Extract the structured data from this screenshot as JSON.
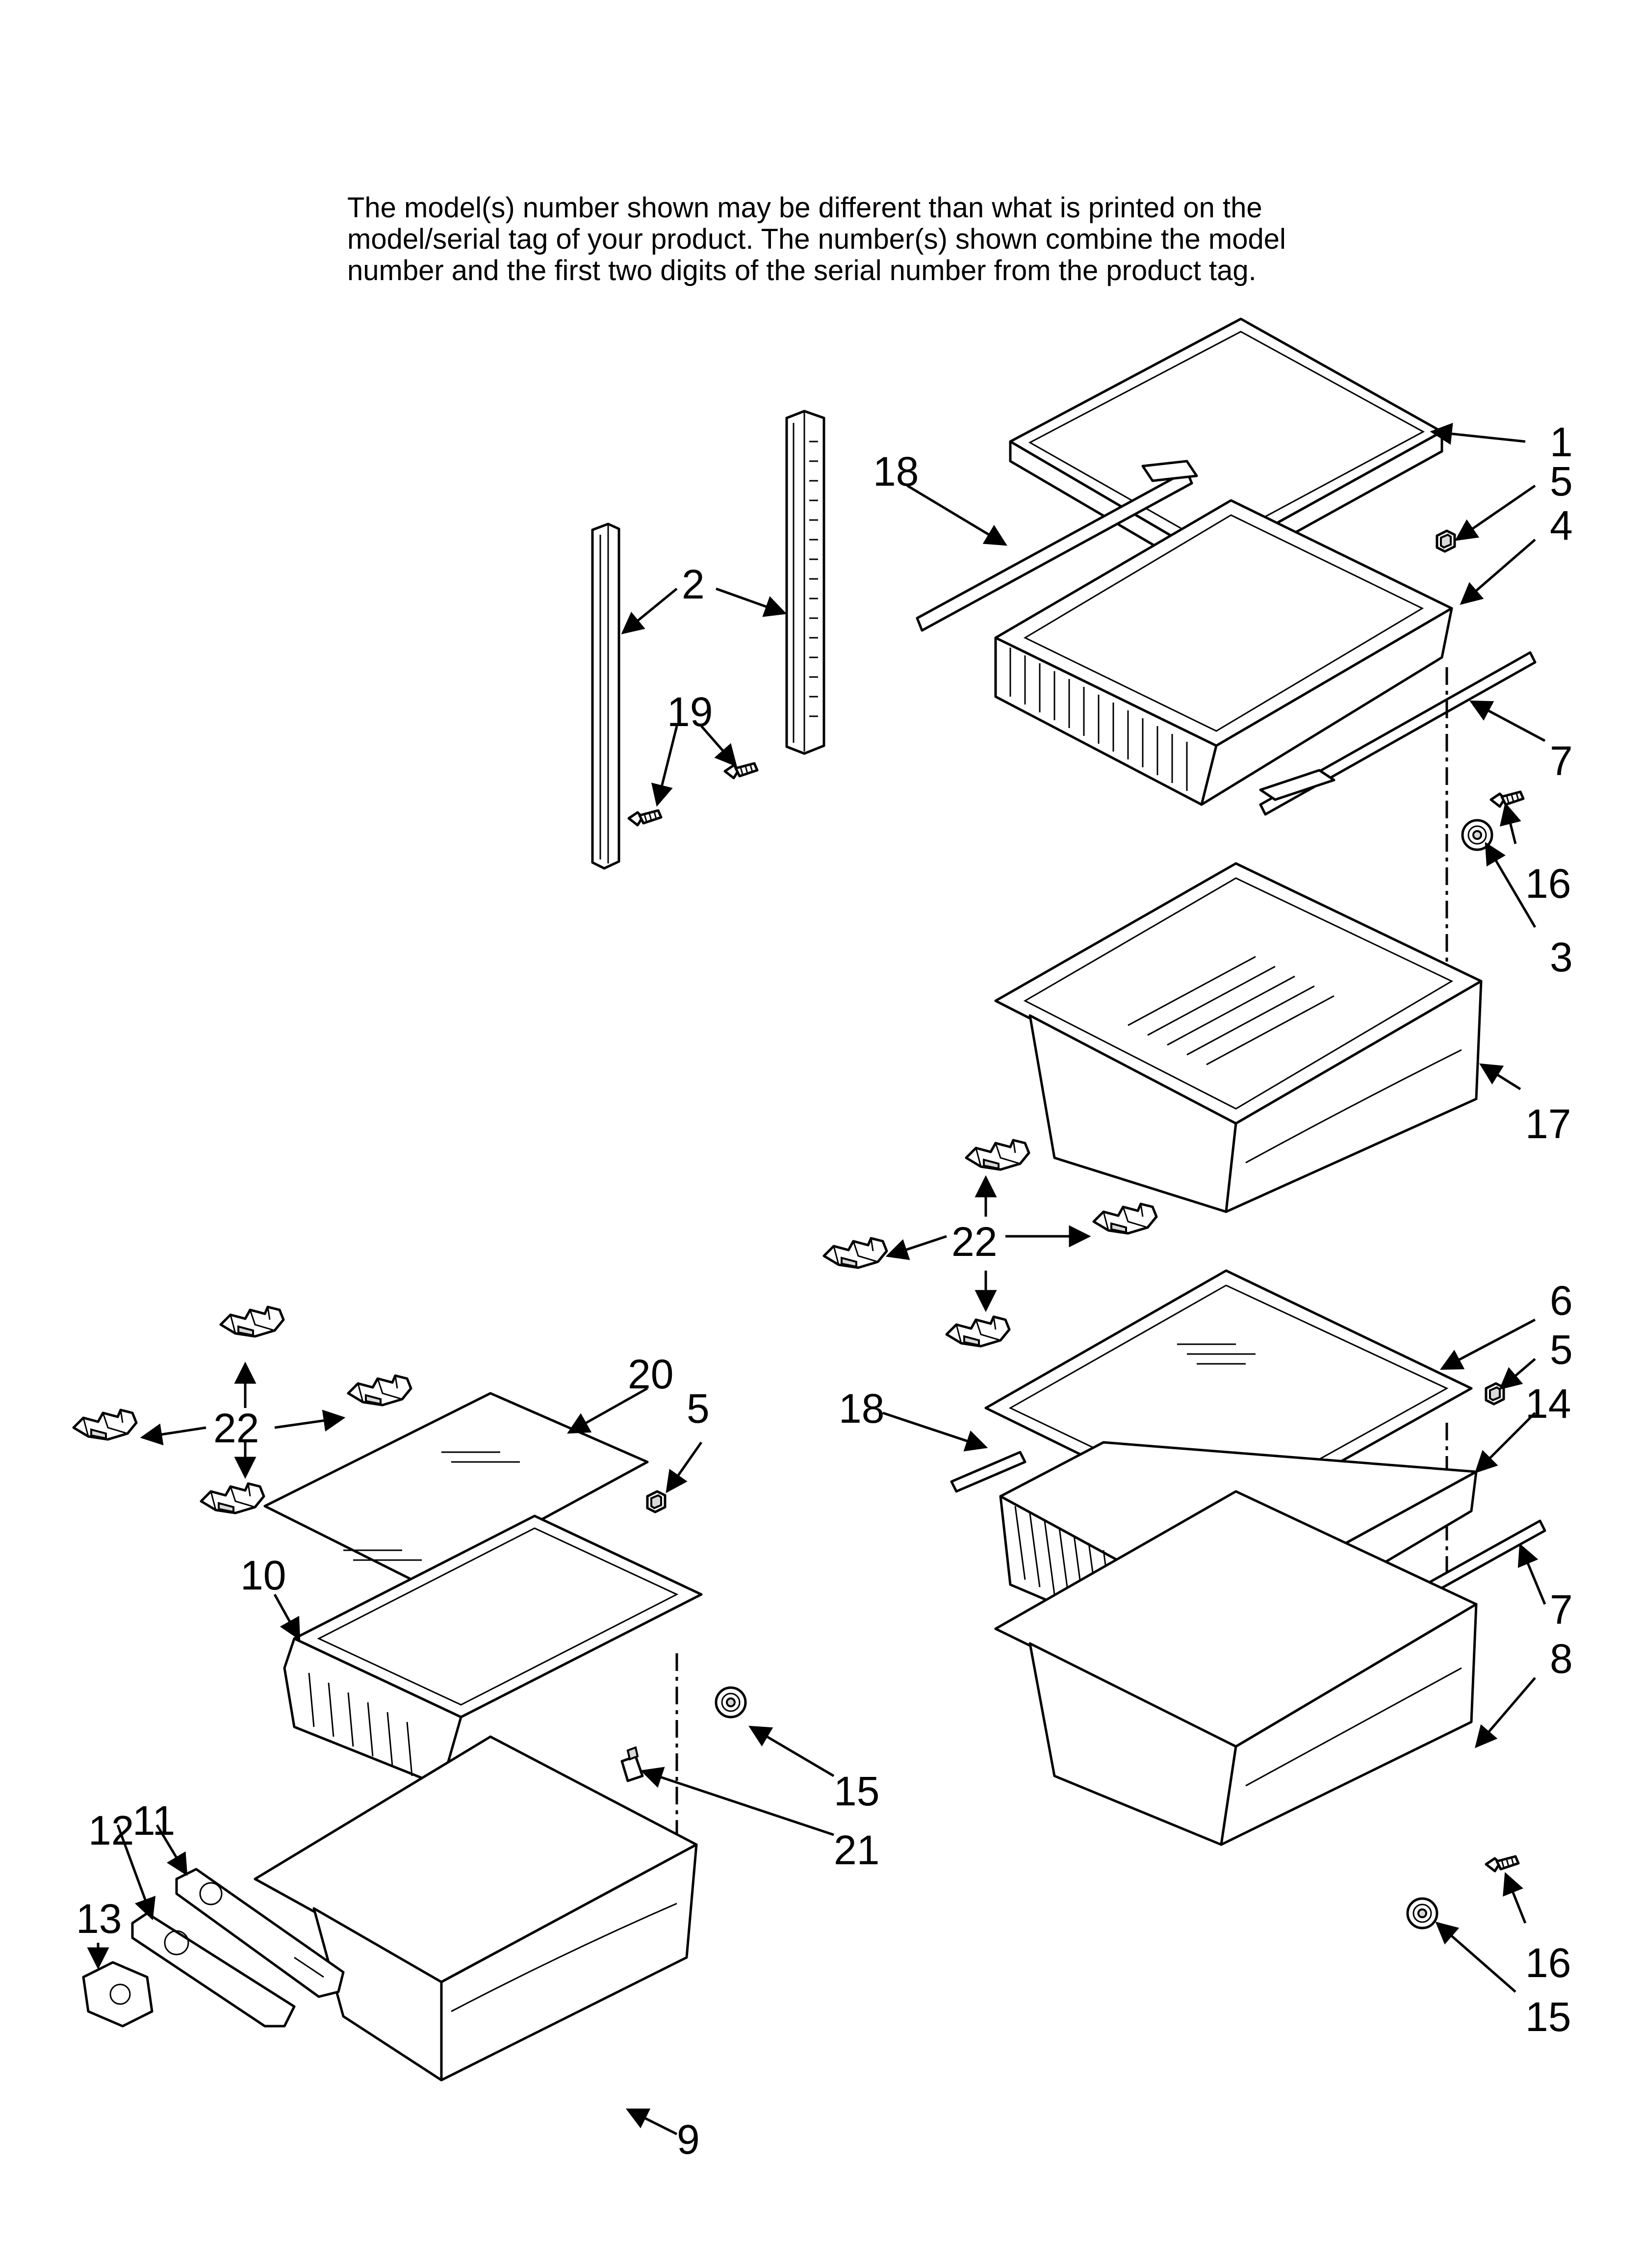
{
  "note": {
    "line1": "The model(s) number shown may be different than what is printed on the",
    "line2": "model/serial tag of your product. The number(s) shown combine the model",
    "line3": "number and the first two digits of the serial number from the product tag."
  },
  "callouts": {
    "c1": "1",
    "c2": "2",
    "c3": "3",
    "c4": "4",
    "c5a": "5",
    "c5b": "5",
    "c5c": "5",
    "c6": "6",
    "c7a": "7",
    "c7b": "7",
    "c8": "8",
    "c9": "9",
    "c10": "10",
    "c11": "11",
    "c12": "12",
    "c13": "13",
    "c14": "14",
    "c15a": "15",
    "c15b": "15",
    "c16a": "16",
    "c16b": "16",
    "c17": "17",
    "c18a": "18",
    "c18b": "18",
    "c19": "19",
    "c20": "20",
    "c21": "21",
    "c22a": "22",
    "c22b": "22"
  }
}
